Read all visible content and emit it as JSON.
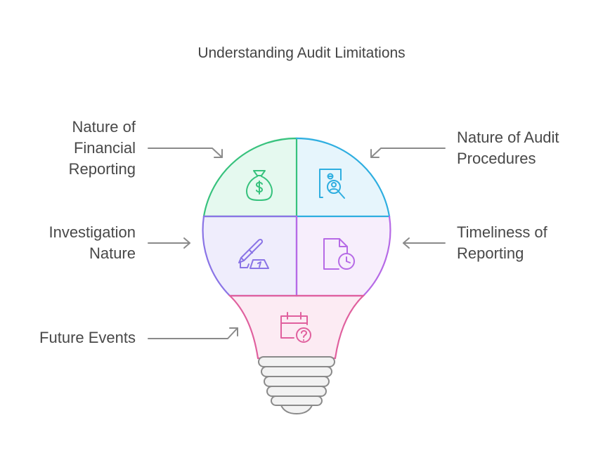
{
  "title": "Understanding Audit Limitations",
  "colors": {
    "financial": "#37c27d",
    "procedures": "#2eaee0",
    "investigation": "#8a74e6",
    "timeliness": "#b66ae6",
    "future": "#e0609e",
    "base": "#8a8a8a",
    "arrow": "#8a8a8a",
    "text": "#484848"
  },
  "segments": [
    {
      "id": "financial",
      "lines": [
        "Nature of",
        "Financial",
        "Reporting"
      ],
      "icon": "money-bag-icon"
    },
    {
      "id": "procedures",
      "lines": [
        "Nature of Audit",
        "Procedures"
      ],
      "icon": "audit-document-search-icon"
    },
    {
      "id": "investigation",
      "lines": [
        "Investigation",
        "Nature"
      ],
      "icon": "pen-writing-icon"
    },
    {
      "id": "timeliness",
      "lines": [
        "Timeliness of",
        "Reporting"
      ],
      "icon": "document-clock-icon"
    },
    {
      "id": "future",
      "lines": [
        "Future Events"
      ],
      "icon": "calendar-question-icon"
    }
  ]
}
